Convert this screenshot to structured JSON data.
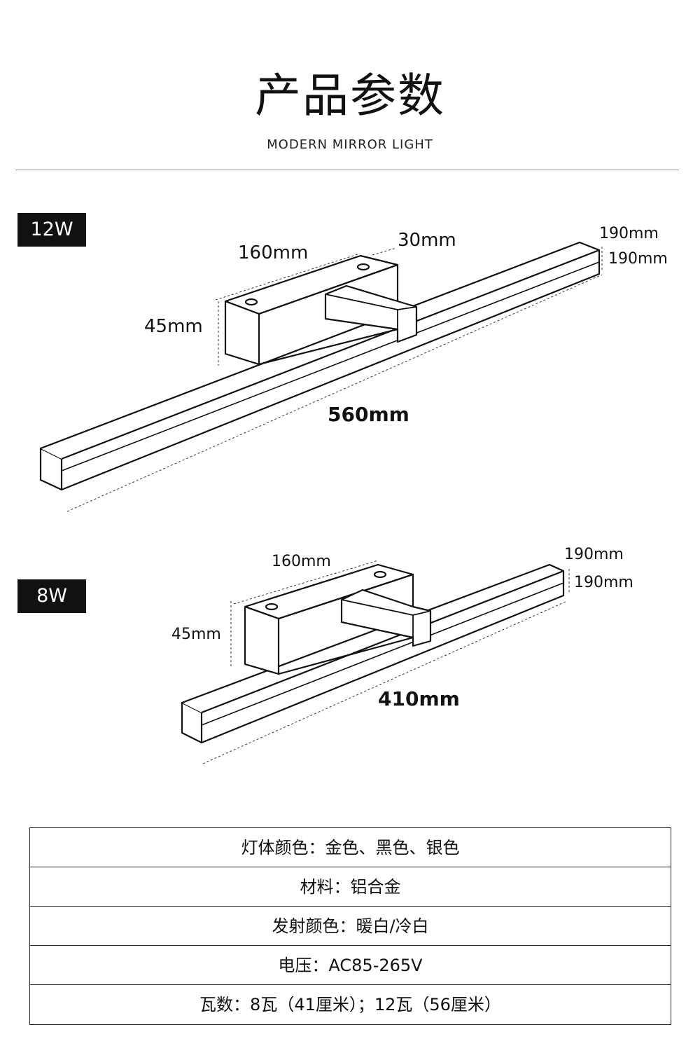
{
  "header": {
    "title": "产品参数",
    "subtitle": "MODERN MIRROR LIGHT"
  },
  "models": [
    {
      "badge": "12W",
      "dims": {
        "base_length": "160mm",
        "arm_width": "30mm",
        "height": "45mm",
        "total_length": "560mm",
        "end_width": "190mm",
        "end_height": "190mm"
      }
    },
    {
      "badge": "8W",
      "dims": {
        "base_length": "160mm",
        "height": "45mm",
        "total_length": "410mm",
        "end_width": "190mm",
        "end_height": "190mm"
      }
    }
  ],
  "specs": [
    "灯体颜色：金色、黑色、银色",
    "材料：铝合金",
    "发射颜色：暖白/冷白",
    "电压：AC85-265V",
    "瓦数：8瓦（41厘米）；12瓦（56厘米）"
  ],
  "colors": {
    "line": "#111111",
    "badge_bg": "#111111",
    "badge_text": "#ffffff"
  }
}
